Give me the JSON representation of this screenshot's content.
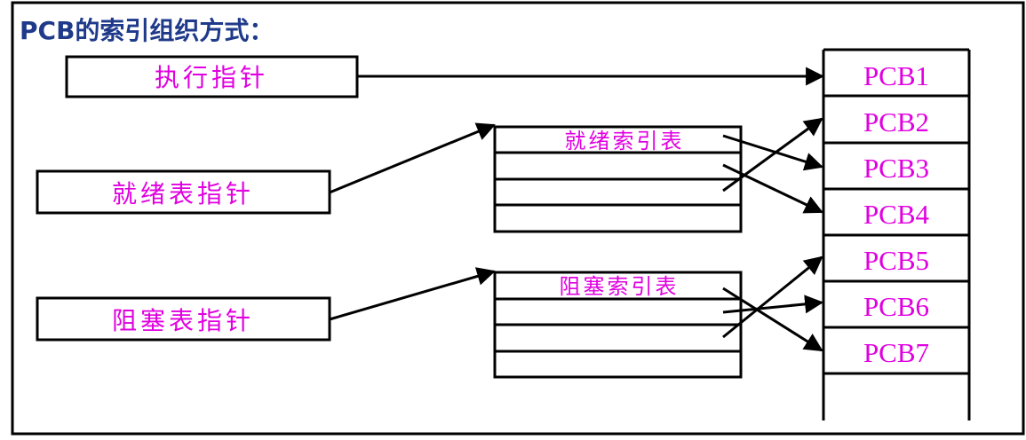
{
  "title": "PCB的索引组织方式：",
  "pointers": {
    "exec": "执行指针",
    "ready": "就绪表指针",
    "blocked": "阻塞表指针"
  },
  "index_tables": {
    "ready": "就绪索引表",
    "blocked": "阻塞索引表"
  },
  "pcb_table": [
    "PCB1",
    "PCB2",
    "PCB3",
    "PCB4",
    "PCB5",
    "PCB6",
    "PCB7"
  ],
  "colors": {
    "title": "#1f3a8a",
    "label": "#e000e0",
    "frame": "#000000",
    "background": "#ffffff"
  }
}
